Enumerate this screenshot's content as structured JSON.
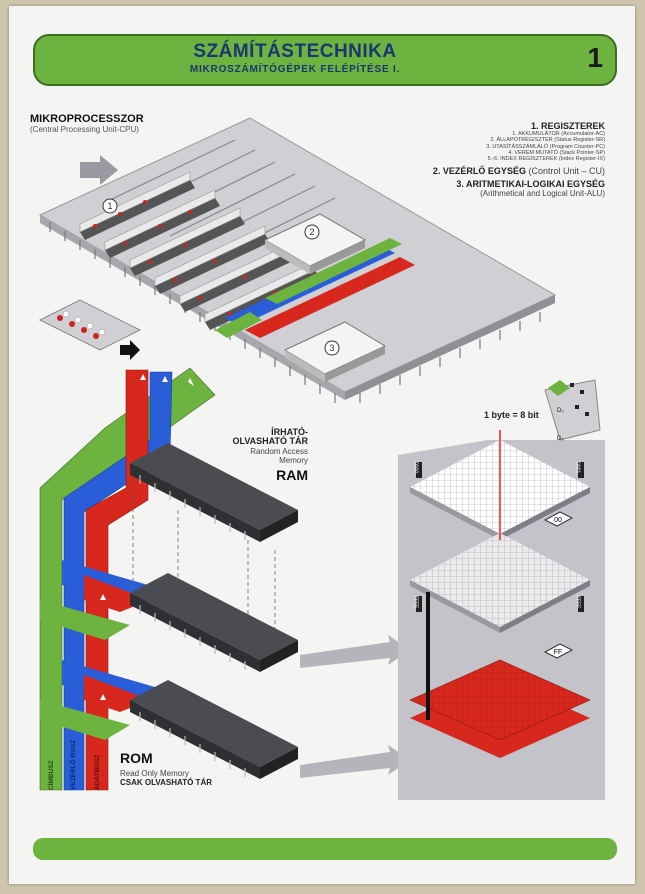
{
  "header": {
    "title": "SZÁMÍTÁSTECHNIKA",
    "subtitle": "MIKROSZÁMÍTÓGÉPEK FELÉPÍTÉSE I.",
    "sheet_number": "1"
  },
  "cpu": {
    "label": "MIKROPROCESSZOR",
    "sublabel": "(Central Processing Unit-CPU)",
    "markers": [
      "1",
      "2",
      "3"
    ]
  },
  "legend": {
    "registers_title": "1. REGISZTEREK",
    "registers": [
      "1. AKKUMULÁTOR (Accumulator-AC)",
      "2. ÁLLAPOTREGISZTER (Status Register-SR)",
      "3. UTASÍTÁSSZÁMLÁLÓ (Program Counter-PC)",
      "4. VEREM MUTATÓ (Stack Pointer-SP)",
      "5.-6. INDEX REGISZTEREK (Index Register-IX)"
    ],
    "control_unit": "2. VEZÉRLŐ EGYSÉG",
    "control_unit_en": "(Control Unit – CU)",
    "alu": "3. ARITMETIKAI-LOGIKAI EGYSÉG",
    "alu_en": "(Arithmetical and Logical Unit-ALU)"
  },
  "ram": {
    "label_line1": "ÍRHATÓ-",
    "label_line2": "OLVASHATÓ TÁR",
    "label_en1": "Random Access",
    "label_en2": "Memory",
    "abbr": "RAM"
  },
  "rom": {
    "abbr": "ROM",
    "label_en": "Read Only Memory",
    "label_hu": "CSAK OLVASHATÓ TÁR"
  },
  "memory": {
    "byte_label": "1 byte = 8 bit",
    "bit_labels": [
      "D₀",
      "D₇"
    ],
    "address_first": "00",
    "address_last": "FF",
    "cell_tags": [
      "0000",
      "0001",
      "FFFE",
      "FFFF"
    ]
  },
  "buses": {
    "data": "CÍMBUSZ",
    "control": "VEZÉRLŐ BUSZ",
    "address": "ADATBUSZ"
  },
  "colors": {
    "green": "#6db33f",
    "blue": "#2a5ed8",
    "red": "#d8281e",
    "chip": "#4a4c52",
    "board": "#c8c8cc"
  }
}
